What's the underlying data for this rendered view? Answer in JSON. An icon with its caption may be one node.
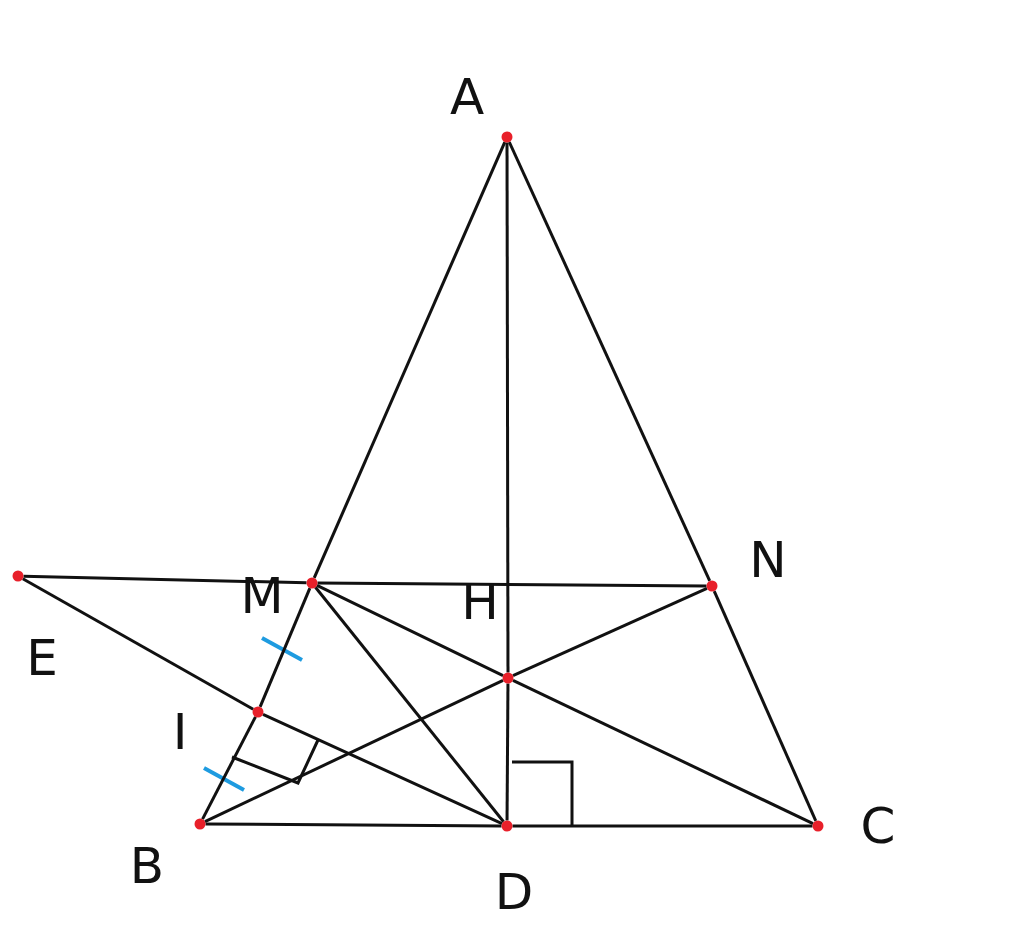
{
  "diagram": {
    "nodes": [
      {
        "text": [],
        "shape": "circle"
      },
      {
        "text": [],
        "shape": "circle"
      },
      {
        "text": [],
        "shape": "circle"
      },
      {
        "text": [],
        "shape": "circle"
      },
      {
        "text": [],
        "shape": "circle"
      },
      {
        "text": [],
        "shape": "circle"
      },
      {
        "text": [],
        "shape": "circle"
      },
      {
        "text": [],
        "shape": "circle"
      },
      {
        "text": [],
        "shape": "circle"
      }
    ],
    "edges": [
      {
        "from": 0,
        "to": 2,
        "arrow": "none"
      },
      {
        "from": 2,
        "to": 5,
        "arrow": "none"
      },
      {
        "from": 5,
        "to": 6,
        "arrow": "none"
      },
      {
        "from": 0,
        "to": 3,
        "arrow": "none"
      },
      {
        "from": 3,
        "to": 8,
        "arrow": "none"
      },
      {
        "from": 0,
        "to": 4,
        "arrow": "none"
      },
      {
        "from": 4,
        "to": 7,
        "arrow": "none"
      },
      {
        "from": 6,
        "to": 7,
        "arrow": "none"
      },
      {
        "from": 7,
        "to": 8,
        "arrow": "none"
      },
      {
        "from": 1,
        "to": 2,
        "arrow": "none"
      },
      {
        "from": 2,
        "to": 3,
        "arrow": "none"
      },
      {
        "from": 1,
        "to": 5,
        "arrow": "none"
      },
      {
        "from": 5,
        "to": 7,
        "arrow": "none"
      },
      {
        "from": 6,
        "to": 4,
        "arrow": "none"
      },
      {
        "from": 4,
        "to": 3,
        "arrow": "none"
      },
      {
        "from": 2,
        "to": 4,
        "arrow": "none"
      },
      {
        "from": 4,
        "to": 8,
        "arrow": "none"
      },
      {
        "from": 2,
        "to": 7,
        "arrow": "none"
      }
    ],
    "labels": [
      "A",
      "N",
      "M",
      "H",
      "E",
      "I",
      "C",
      "B",
      "D"
    ]
  }
}
